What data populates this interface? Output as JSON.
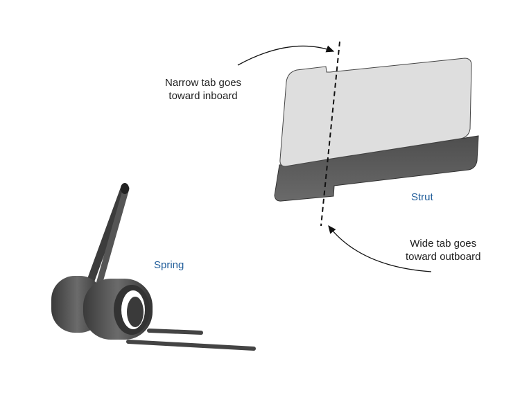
{
  "annotations": {
    "narrow_line1": "Narrow tab goes",
    "narrow_line2": "toward inboard",
    "wide_line1": "Wide tab goes",
    "wide_line2": "toward outboard"
  },
  "parts": {
    "strut": "Strut",
    "spring": "Spring"
  },
  "colors": {
    "label_blue": "#1f5c99",
    "strut_top": "#dedede",
    "strut_side": "#5a5a5a",
    "spring": "#4a4a4a"
  }
}
